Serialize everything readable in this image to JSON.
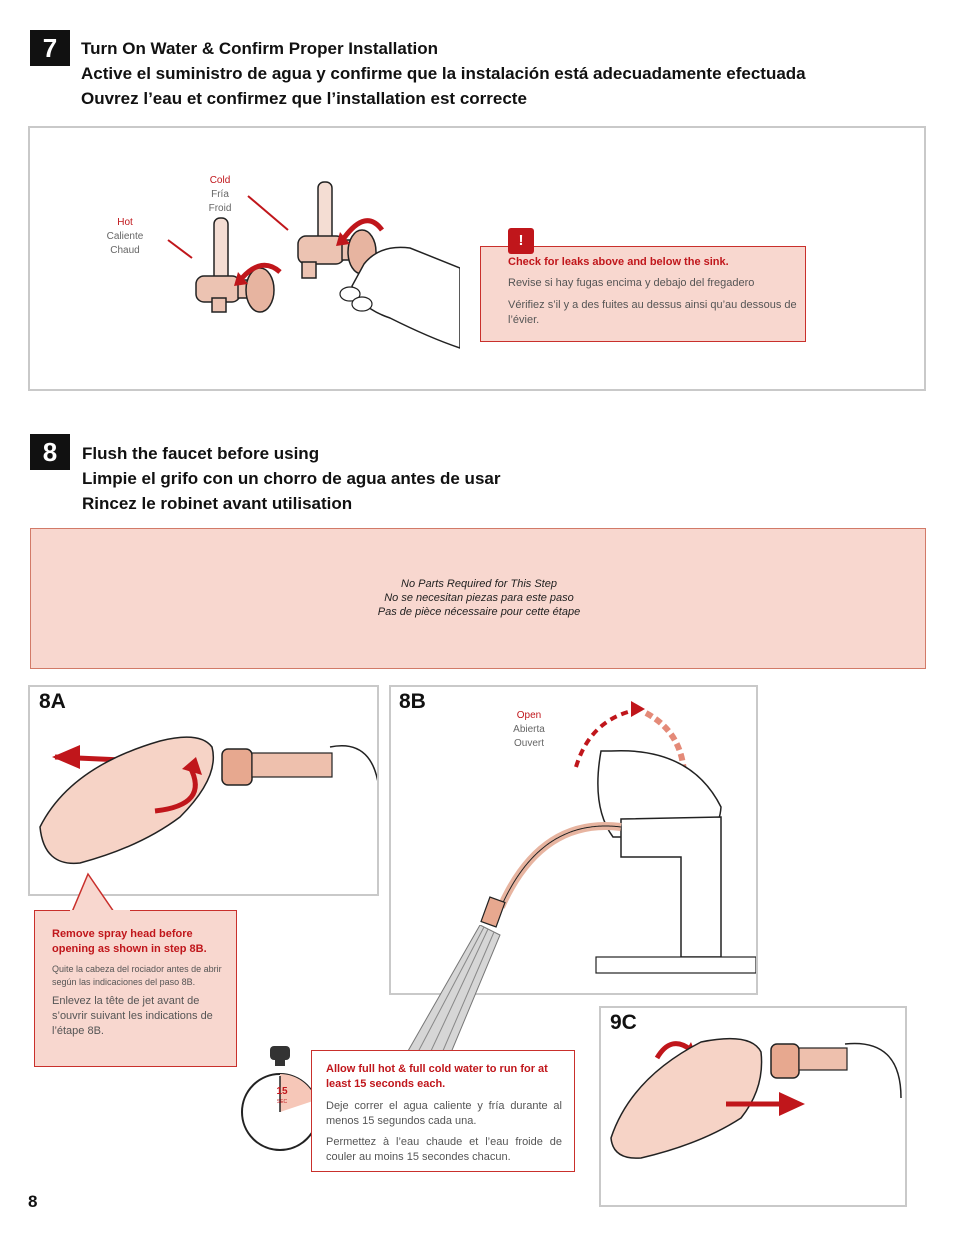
{
  "page_number": "8",
  "step7": {
    "number": "7",
    "titles": [
      "Turn On Water & Confirm Proper Installation",
      "Active el suministro de agua y confirme que la instalación está adecuadamente efectuada",
      "Ouvrez l’eau et confirmez que l’installation est correcte"
    ],
    "hot": {
      "en": "Hot",
      "es": "Caliente",
      "fr": "Chaud"
    },
    "cold": {
      "en": "Cold",
      "es": "Fría",
      "fr": "Froid"
    },
    "warning": {
      "icon": "!",
      "en": "Check for leaks above and below the sink.",
      "es": "Revise si hay fugas encima y debajo del fregadero",
      "fr": "Vérifiez s’il y a des fuites au dessus ainsi qu’au dessous de l’évier."
    }
  },
  "step8": {
    "number": "8",
    "titles": [
      "Flush the faucet before using",
      "Limpie el grifo con un chorro de agua antes de usar",
      "Rincez le robinet avant utilisation"
    ],
    "parts": [
      "No Parts Required for This Step",
      "No se necesitan piezas para este paso",
      "Pas de pièce nécessaire pour cette étape"
    ],
    "panel_8a": "8A",
    "panel_8b": "8B",
    "panel_9c": "9C",
    "open": {
      "en": "Open",
      "es": "Abierta",
      "fr": "Ouvert"
    },
    "remove_note": {
      "en": "Remove spray head before opening as shown in step 8B.",
      "es": "Quite la cabeza del rociador antes de abrir según las indicaciones del paso 8B.",
      "fr": "Enlevez la tête de jet avant de s’ouvrir suivant les indications de l’étape 8B."
    },
    "timer": {
      "value": "15",
      "unit": "SEC"
    },
    "run_note": {
      "en": "Allow full hot & full cold water to run for at least 15 seconds each.",
      "es": "Deje correr el agua caliente y fría durante al menos 15 segundos cada una.",
      "fr": "Permettez à l’eau chaude et l’eau froide de couler au moins 15 secondes chacun."
    }
  },
  "colors": {
    "accent_red": "#c0161b",
    "pink_fill": "#f8d7cf",
    "copper": "#e7b4a0"
  }
}
